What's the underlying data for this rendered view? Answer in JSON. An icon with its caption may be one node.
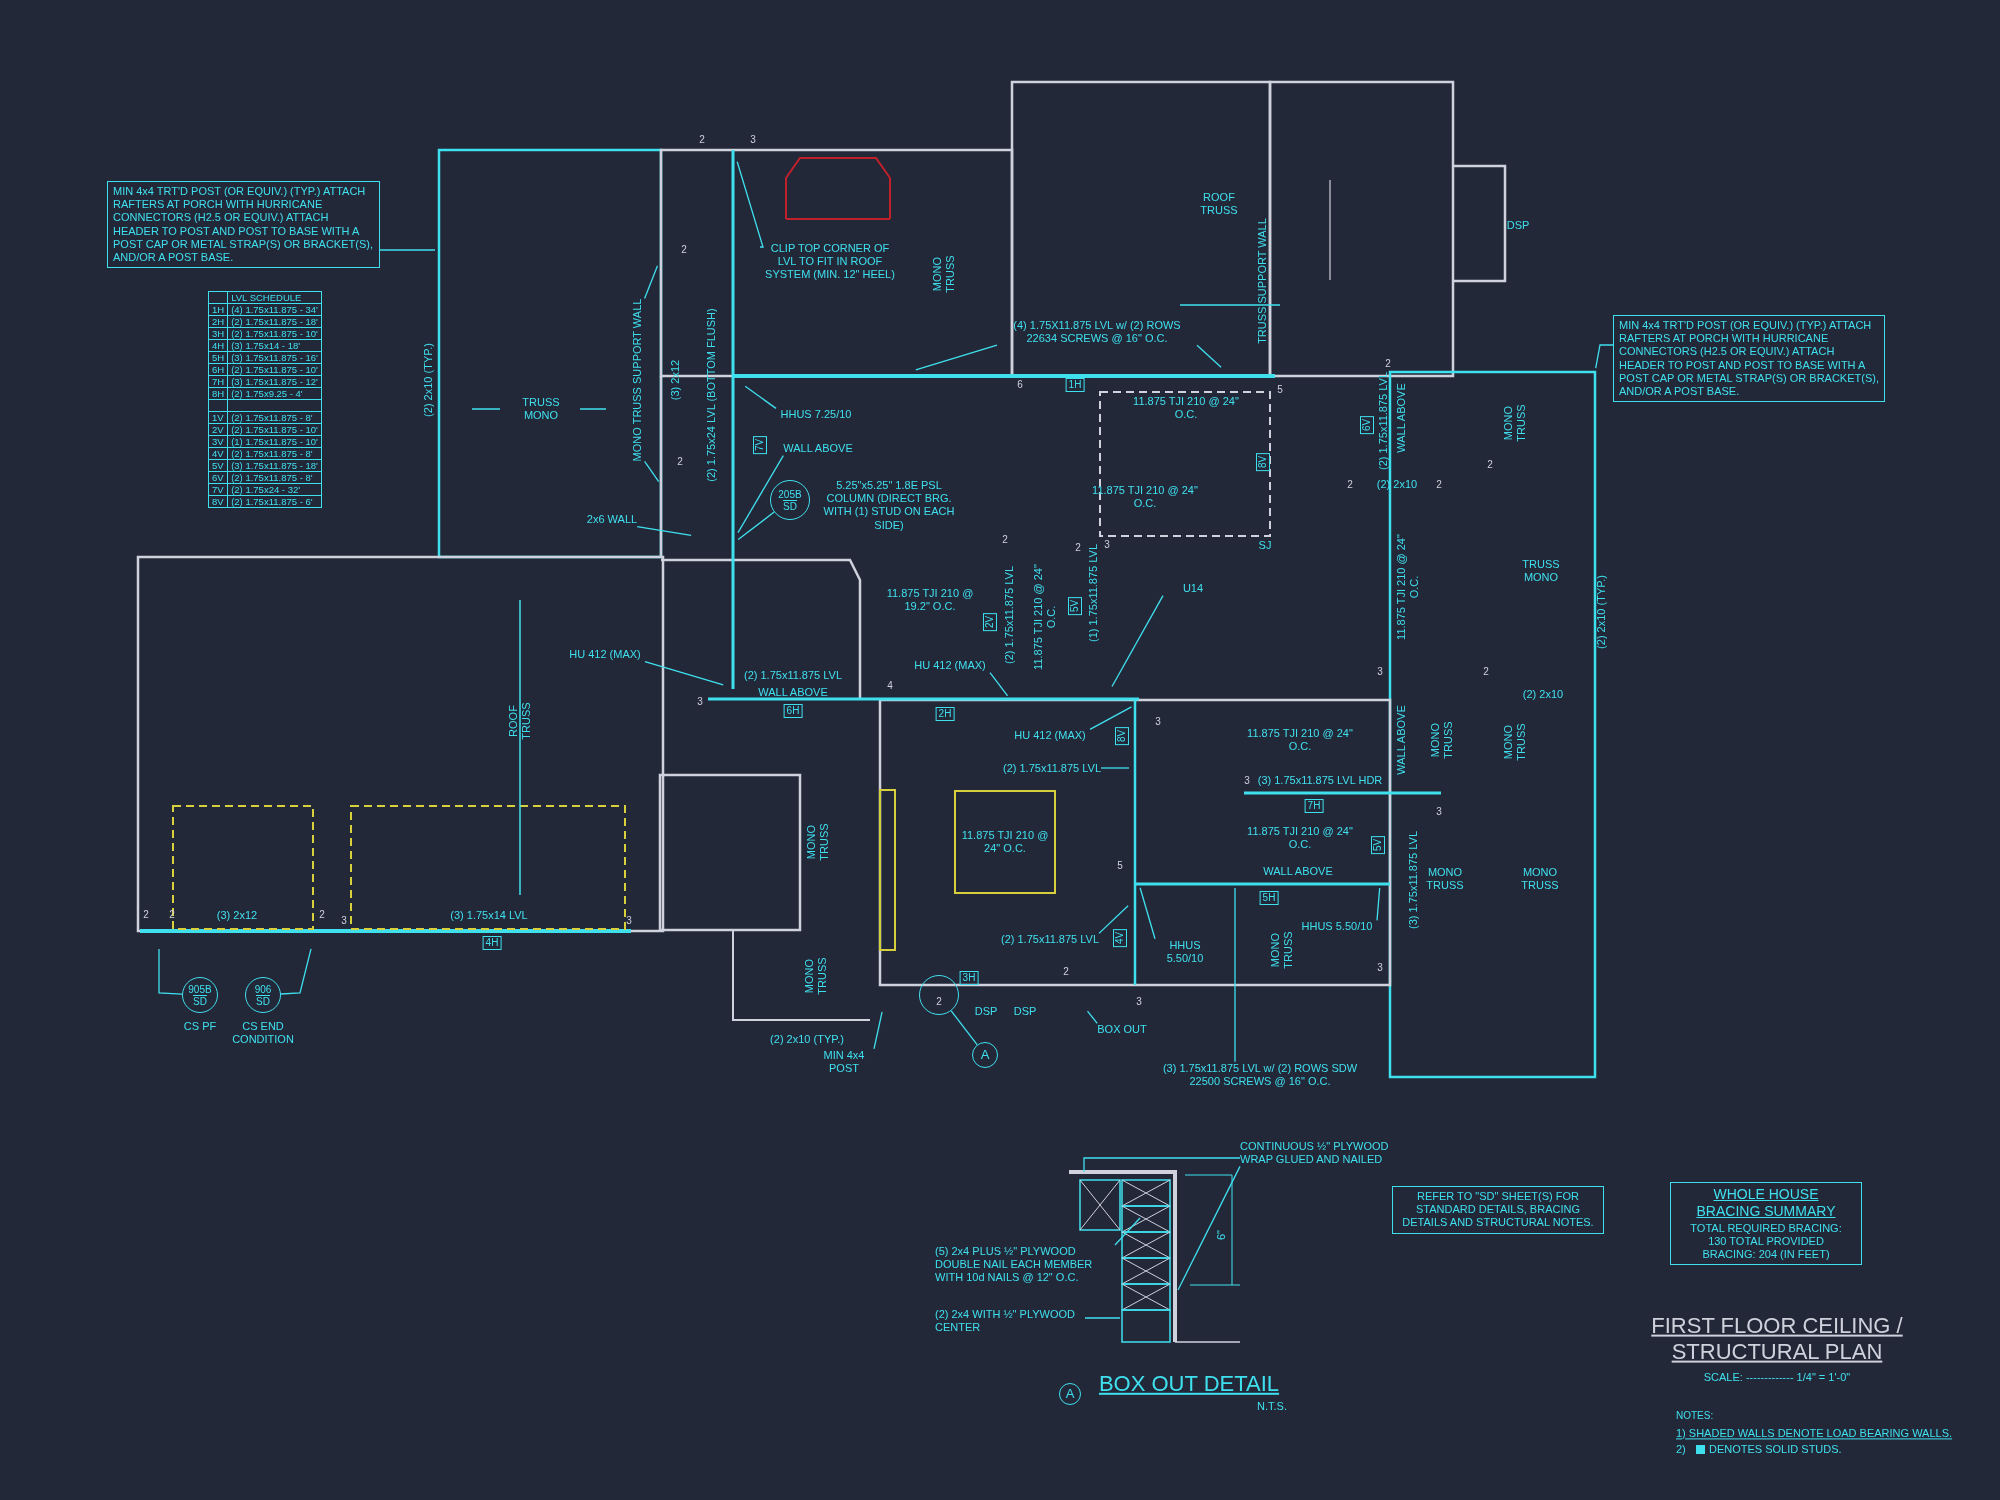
{
  "diagram": {
    "title": "FIRST FLOOR CEILING / STRUCTURAL PLAN",
    "nodes": [
      {
        "text": [
          "MIN 4x4 TRT'D POST (OR EQUIV.) (TYP.) ATTACH RAFTERS AT PORCH WITH HURRICANE CONNECTORS (H2.5 OR EQUIV.) ATTACH HEADER TO POST AND POST TO BASE WITH A POST CAP OR METAL STRAP(S) OR BRACKET(S), AND/OR A POST BASE."
        ]
      },
      {
        "text": [
          "CLIP TOP CORNER OF LVL TO FIT IN ROOF SYSTEM (MIN. 12\" HEEL)"
        ]
      },
      {
        "text": [
          "(4) 1.75X11.875 LVL w/ (2) ROWS 22634 SCREWS @ 16\" O.C."
        ]
      },
      {
        "text": [
          "HHUS 7.25/10"
        ]
      },
      {
        "text": [
          "WALL ABOVE"
        ]
      },
      {
        "text": [
          "205B",
          "SD"
        ],
        "beside": [
          "5.25\"x5.25\" 1.8E PSL COLUMN (DIRECT BRG. WITH (1) STUD ON EACH SIDE)"
        ]
      },
      {
        "text": [
          "2x6 WALL"
        ]
      },
      {
        "text": [
          "MONO TRUSS SUPPORT WALL"
        ]
      },
      {
        "text": [
          "MIN 4x4 TRT'D POST (OR EQUIV.) (TYP.) ATTACH RAFTERS AT PORCH WITH HURRICANE CONNECTORS (H2.5 OR EQUIV.) ATTACH HEADER TO POST AND POST TO BASE WITH A POST CAP OR METAL STRAP(S) OR BRACKET(S), AND/OR A POST BASE."
        ]
      },
      {
        "text": [
          "HU 412 (MAX)"
        ]
      },
      {
        "text": [
          "HU 412 (MAX)"
        ]
      },
      {
        "text": [
          "U14"
        ]
      },
      {
        "text": [
          "HU 412 (MAX)"
        ]
      },
      {
        "text": [
          "(2) 1.75x11.875 LVL"
        ]
      },
      {
        "text": [
          "(2) 1.75x11.875 LVL"
        ]
      },
      {
        "text": [
          "HHUS 5.50/10"
        ]
      },
      {
        "text": [
          "HHUS 5.50/10"
        ]
      },
      {
        "text": [],
        "shape": "circle"
      },
      {
        "text": [
          "A"
        ]
      },
      {
        "text": [
          "BOX OUT"
        ]
      },
      {
        "text": [
          "MIN 4x4 POST"
        ]
      },
      {
        "text": [
          "(3) 1.75x11.875 LVL w/ (2) ROWS SDW 22500 SCREWS @ 16\" O.C."
        ]
      },
      {
        "text": [
          "905B",
          "SD"
        ],
        "beside": [
          "CS PF"
        ]
      },
      {
        "text": [
          "906",
          "SD"
        ],
        "beside": [
          "CS END CONDITION"
        ]
      },
      {
        "text": [
          "CONTINUOUS ½\" PLYWOOD WRAP GLUED AND NAILED"
        ]
      },
      {
        "text": [
          "(5) 2x4 PLUS ½\" PLYWOOD DOUBLE NAIL EACH MEMBER WITH 10d NAILS @ 12\" O.C."
        ]
      },
      {
        "text": [
          "(2) 2x4 WITH ½\" PLYWOOD CENTER"
        ]
      },
      {
        "text": [
          "REFER TO \"SD\" SHEET(S) FOR STANDARD DETAILS, BRACING DETAILS AND STRUCTURAL NOTES."
        ]
      },
      {
        "text": [
          "WHOLE HOUSE BRACING SUMMARY",
          "TOTAL REQUIRED BRACING: 130 TOTAL PROVIDED BRACING: 204 (IN FEET)"
        ]
      },
      {
        "text": [
          "A"
        ]
      },
      {
        "text": [],
        "shape": "picture"
      }
    ],
    "edges": [
      {
        "from": 0,
        "to": null,
        "arrow": "none"
      },
      {
        "from": 1,
        "to": null,
        "arrow": "none"
      },
      {
        "from": 2,
        "to": null,
        "arrow": "none"
      },
      {
        "from": 2,
        "to": null,
        "arrow": "none"
      },
      {
        "from": 3,
        "to": null,
        "arrow": "none"
      },
      {
        "from": 4,
        "to": null,
        "arrow": "none"
      },
      {
        "from": 5,
        "to": null,
        "arrow": "none"
      },
      {
        "from": 6,
        "to": null,
        "arrow": "none"
      },
      {
        "from": 7,
        "to": null,
        "arrow": "none"
      },
      {
        "from": 7,
        "to": null,
        "arrow": "none"
      },
      {
        "from": 8,
        "to": null,
        "arrow": "none"
      },
      {
        "from": 9,
        "to": null,
        "arrow": "none"
      },
      {
        "from": 10,
        "to": null,
        "arrow": "none"
      },
      {
        "from": 11,
        "to": null,
        "arrow": "none"
      },
      {
        "from": 12,
        "to": null,
        "arrow": "none"
      },
      {
        "from": 13,
        "to": null,
        "arrow": "none"
      },
      {
        "from": 14,
        "to": null,
        "arrow": "none"
      },
      {
        "from": 15,
        "to": null,
        "arrow": "none"
      },
      {
        "from": 16,
        "to": null,
        "arrow": "none"
      },
      {
        "from": 18,
        "to": 17,
        "arrow": "none"
      },
      {
        "from": 19,
        "to": null,
        "arrow": "none"
      },
      {
        "from": 20,
        "to": null,
        "arrow": "none"
      },
      {
        "from": 21,
        "to": null,
        "arrow": "none"
      },
      {
        "from": 22,
        "to": null,
        "arrow": "none"
      },
      {
        "from": 23,
        "to": null,
        "arrow": "none"
      },
      {
        "from": 24,
        "to": 30,
        "arrow": "none"
      },
      {
        "from": 24,
        "to": 30,
        "arrow": "none"
      },
      {
        "from": 25,
        "to": 30,
        "arrow": "none"
      },
      {
        "from": 26,
        "to": 30,
        "arrow": "none"
      }
    ],
    "labels": [
      "LVL SCHEDULE",
      "1H",
      "(4) 1.75x11.875 - 34'",
      "2H",
      "(2) 1.75x11.875 - 18'",
      "3H",
      "(2) 1.75x11.875 - 10'",
      "4H",
      "(3) 1.75x14 - 18'",
      "5H",
      "(3) 1.75x11.875 - 16'",
      "6H",
      "(2) 1.75x11.875 - 10'",
      "7H",
      "(3) 1.75x11.875 - 12'",
      "8H",
      "(2) 1.75x9.25 - 4'",
      "1V",
      "(2) 1.75x11.875 - 8'",
      "2V",
      "(2) 1.75x11.875 - 10'",
      "3V",
      "(1) 1.75x11.875 - 10'",
      "4V",
      "(2) 1.75x11.875 - 8'",
      "5V",
      "(3) 1.75x11.875 - 18'",
      "6V",
      "(2) 1.75x11.875 - 8'",
      "7V",
      "(2) 1.75x24 - 32'",
      "8V",
      "(2) 1.75x11.875 - 6'",
      "TRUSS MONO",
      "(2) 2x10 (TYP.)",
      "(3) 2x12",
      "(2) 1.75x24 LVL (BOTTOM FLUSH)",
      "7V",
      "MONO TRUSS",
      "ROOF TRUSS",
      "TRUSS SUPPORT WALL",
      "DSP",
      "1H",
      "11.875 TJI 210 @ 24\" O.C.",
      "11.875 TJI 210 @ 24\" O.C.",
      "8V",
      "SJ",
      "6V",
      "(2) 1.75x11.875 LVL",
      "WALL ABOVE",
      "MONO TRUSS",
      "(2) 2x10",
      "11.875 TJI 210 @ 24\" O.C.",
      "TRUSS MONO",
      "(2) 2x10 (TYP.)",
      "(2) 2x10",
      "WALL ABOVE",
      "MONO TRUSS",
      "MONO TRUSS",
      "11.875 TJI 210 @ 19.2\" O.C.",
      "2V",
      "(2) 1.75x11.875 LVL",
      "11.875 TJI 210 @ 24\" O.C.",
      "5V",
      "(1) 1.75x11.875 LVL",
      "(2) 1.75x11.875 LVL",
      "WALL ABOVE",
      "6H",
      "2H",
      "8V",
      "ROOF TRUSS",
      "(3) 2x12",
      "(3) 1.75x14 LVL",
      "4H",
      "MONO TRUSS",
      "11.875 TJI 210 @ 24\" O.C.",
      "11.875 TJI 210 @ 24\" O.C.",
      "(3) 1.75x11.875 LVL HDR",
      "7H",
      "11.875 TJI 210 @ 24\" O.C.",
      "5V",
      "WALL ABOVE",
      "5H",
      "4V",
      "(3) 1.75x11.875 LVL",
      "MONO TRUSS",
      "MONO TRUSS",
      "MONO TRUSS",
      "MONO TRUSS",
      "(2) 2x10 (TYP.)",
      "3H",
      "DSP",
      "DSP",
      "2",
      "3",
      "2",
      "2",
      "6",
      "5",
      "2",
      "2",
      "2",
      "2",
      "2",
      "2",
      "3",
      "3",
      "2",
      "4",
      "3",
      "3",
      "3",
      "3",
      "5",
      "2",
      "2",
      "2",
      "3",
      "3",
      "3",
      "2",
      "2",
      "3",
      "6\"",
      "BOX OUT DETAIL",
      "N.T.S.",
      "SCALE: ------------- 1/4\" = 1'-0\"",
      "NOTES:",
      "1) SHADED WALLS DENOTE LOAD BEARING WALLS.",
      "2)",
      "DENOTES SOLID STUDS."
    ]
  }
}
